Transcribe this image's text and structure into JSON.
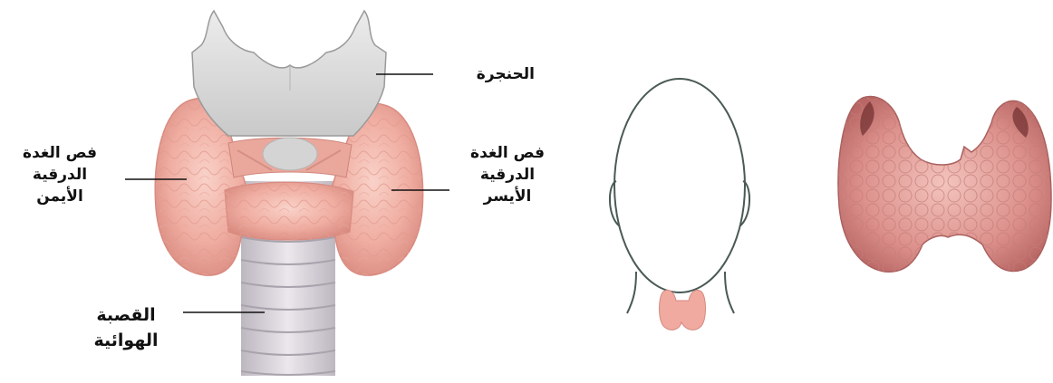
{
  "labels": {
    "larynx": "الحنجرة",
    "right_lobe": [
      "فص الغدة",
      "الدرقية",
      "الأيمن"
    ],
    "left_lobe": [
      "فص الغدة",
      "الدرقية",
      "الأيسر"
    ],
    "trachea": [
      "القصبة",
      "الهوائية"
    ]
  },
  "colors": {
    "gland": "#f2b3a8",
    "gland_shadow": "#dc8f84",
    "gland_dark": "#c97c75",
    "cartilage": "#dcdcdc",
    "trachea_ring": "#d5d0d6",
    "head_outline": "#4a5a55"
  },
  "icons": [
    "thyroid-anatomy-illustration",
    "head-outline-icon",
    "thyroid-gland-icon"
  ]
}
